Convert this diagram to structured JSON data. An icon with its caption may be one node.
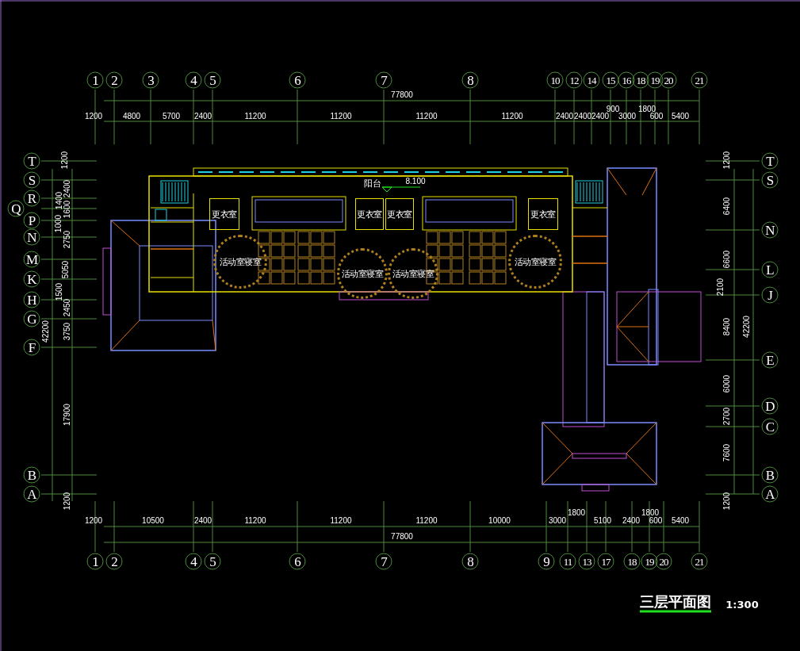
{
  "diagram": {
    "title": "三层平面图",
    "nodes": [
      {
        "text": [
          "更衣室"
        ]
      },
      {
        "text": [
          "更衣室"
        ]
      },
      {
        "text": [
          "更衣室"
        ]
      },
      {
        "text": [
          "更衣室"
        ]
      },
      {
        "text": [
          "活动室寝室"
        ]
      },
      {
        "text": [
          "活动室寝室"
        ]
      },
      {
        "text": [
          "活动室寝室"
        ]
      },
      {
        "text": [
          "活动室寝室"
        ]
      }
    ],
    "labels": [
      "1",
      "2",
      "3",
      "4",
      "5",
      "6",
      "7",
      "8",
      "10",
      "12",
      "14",
      "15",
      "16",
      "18",
      "19",
      "20",
      "21",
      "77800",
      "900",
      "1800",
      "1200",
      "4800",
      "5700",
      "2400",
      "11200",
      "11200",
      "11200",
      "11200",
      "2400",
      "2400",
      "2400",
      "3000",
      "600",
      "5400",
      "T",
      "S",
      "R",
      "Q",
      "P",
      "N",
      "M",
      "K",
      "H",
      "G",
      "F",
      "B",
      "A",
      "1200",
      "2400",
      "1400",
      "1600",
      "1000",
      "2750",
      "5050",
      "1500",
      "2450",
      "42200",
      "3750",
      "17900",
      "1200",
      "T",
      "S",
      "N",
      "L",
      "J",
      "E",
      "D",
      "C",
      "B",
      "A",
      "1200",
      "6400",
      "6600",
      "2100",
      "8400",
      "42200",
      "6000",
      "2700",
      "7600",
      "1200",
      "阳台",
      "8.100",
      "1800",
      "1800",
      "1200",
      "10500",
      "2400",
      "11200",
      "11200",
      "11200",
      "10000",
      "3000",
      "5100",
      "2400",
      "600",
      "5400",
      "77800",
      "1",
      "2",
      "4",
      "5",
      "6",
      "7",
      "8",
      "9",
      "11",
      "13",
      "17",
      "18",
      "19",
      "20",
      "21",
      "1:300"
    ]
  }
}
